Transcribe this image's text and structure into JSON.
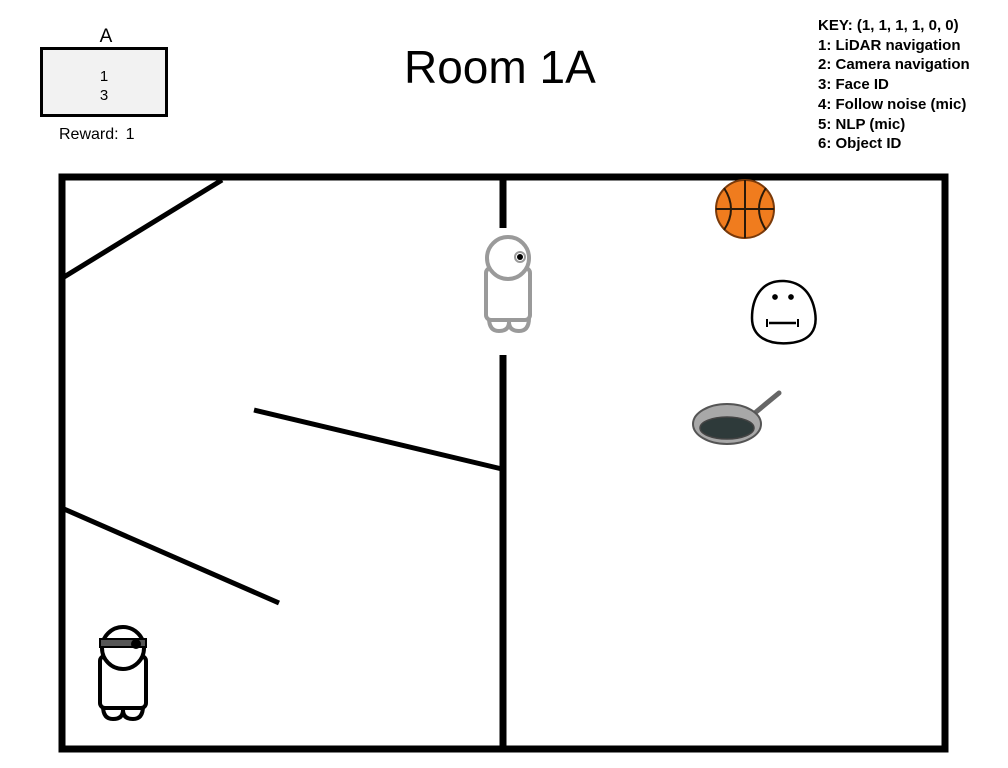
{
  "card": {
    "letter": "A",
    "values": [
      "1",
      "3"
    ]
  },
  "reward": {
    "label": "Reward:",
    "value": "1"
  },
  "room": {
    "title": "Room 1A"
  },
  "key": {
    "header": "KEY: (1, 1, 1, 1, 0, 0)",
    "items": [
      "1: LiDAR navigation",
      "2: Camera navigation",
      "3: Face ID",
      "4: Follow noise (mic)",
      "5: NLP (mic)",
      "6: Object ID"
    ]
  },
  "colors": {
    "wall": "#000000",
    "card_bg": "#f2f2f2",
    "ghost_robot": "#9a9a9a",
    "basketball": "#f07c1e",
    "pan": "#5a5a5a"
  },
  "icons": {
    "robot": "robot-agent-icon",
    "ghost": "robot-ghost-icon",
    "ball": "basketball-icon",
    "face": "face-icon",
    "pan": "frying-pan-icon"
  }
}
